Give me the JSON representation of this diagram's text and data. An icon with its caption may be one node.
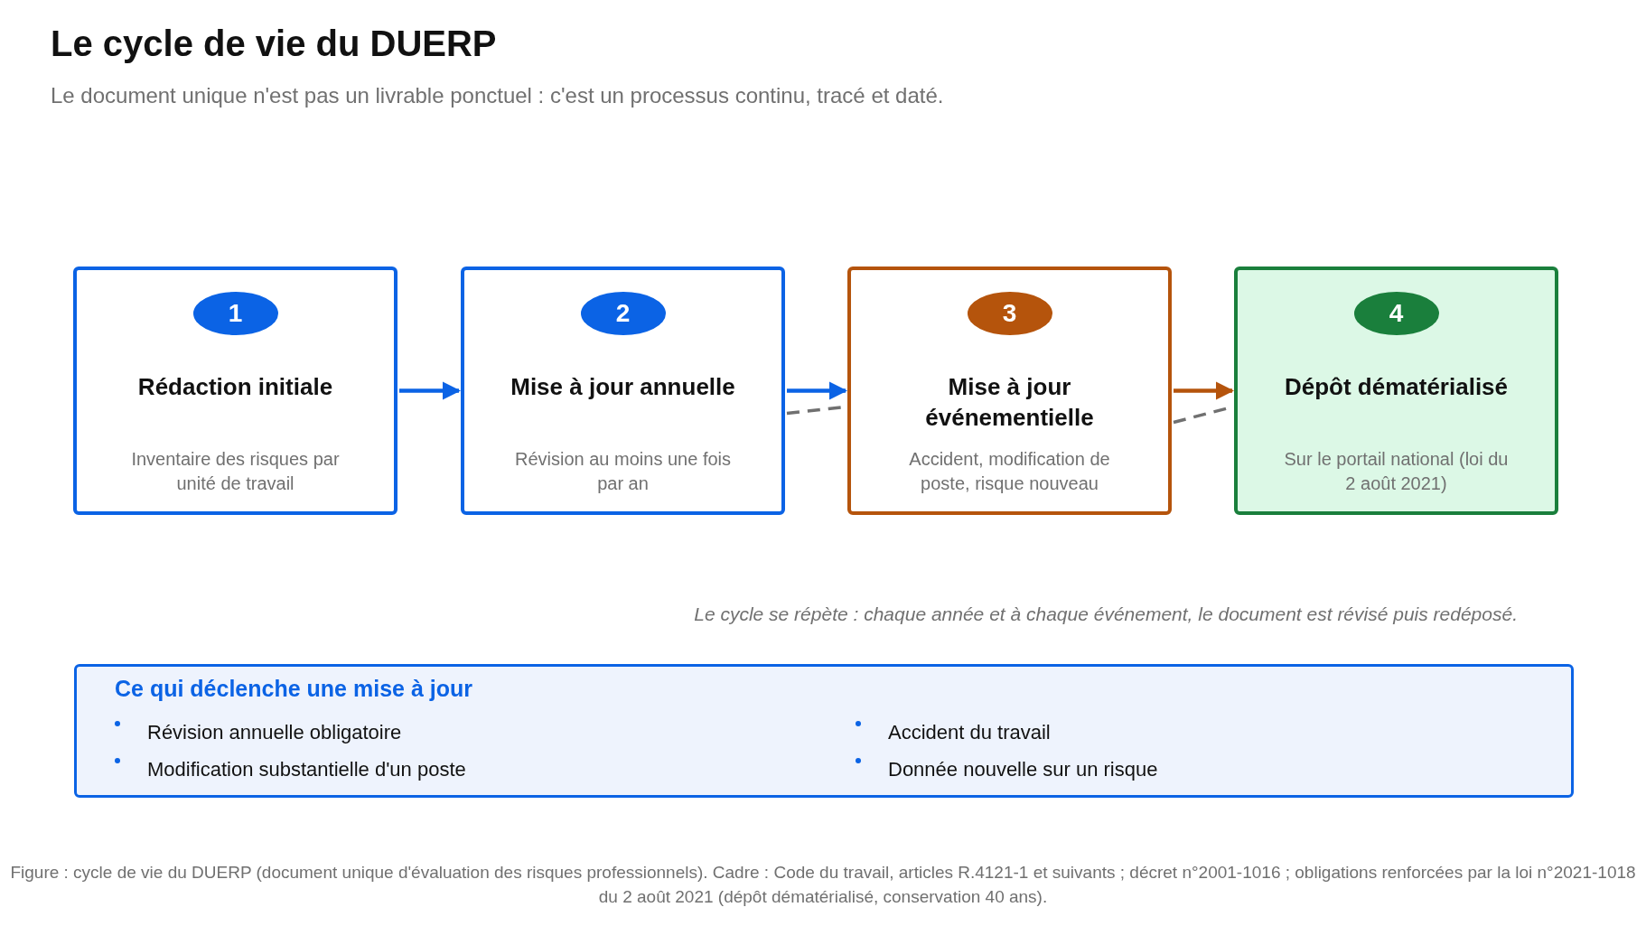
{
  "diagram": {
    "title": "Le cycle de vie du DUERP",
    "caption": "Figure : cycle de vie du DUERP (document unique d'évaluation des risques professionnels). Cadre : Code du travail, articles R.4121-1 et suivants ; décret n°2001-1016 ; obligations renforcées par la loi n°2021-1018 du 2 août 2021 (dépôt dématérialisé, conservation 40 ans).",
    "nodes": [
      {
        "text": [
          "Rédaction initiale",
          "Inventaire des risques par unité de travail"
        ]
      },
      {
        "text": [
          "1"
        ],
        "in": 0
      },
      {
        "text": [
          "Mise à jour annuelle",
          "Révision au moins une fois par an"
        ]
      },
      {
        "text": [
          "2"
        ],
        "in": 2
      },
      {
        "text": [
          "Mise à jour événementielle",
          "Accident, modification de poste, risque nouveau"
        ]
      },
      {
        "text": [
          "3"
        ],
        "in": 4
      },
      {
        "text": [
          "Dépôt dématérialisé",
          "Sur le portail national (loi du 2 août 2021)"
        ]
      },
      {
        "text": [
          "4"
        ],
        "in": 6
      },
      {
        "text": [
          "Ce qui déclenche une mise à jour",
          "Révision annuelle obligatoire",
          "Accident du travail",
          "Modification substantielle d'un poste",
          "Donnée nouvelle sur un risque"
        ]
      }
    ],
    "edges": [
      {
        "from": 0,
        "to": 2,
        "arrow": "to",
        "color": "#0b63e5"
      },
      {
        "from": 2,
        "to": 4,
        "arrow": "to",
        "color": "#0b63e5"
      },
      {
        "from": 4,
        "to": 6,
        "arrow": "to",
        "color": "#b5540c"
      },
      {
        "from": 2,
        "to": 4,
        "arrow": "none",
        "style": "dashed",
        "color": "#707070"
      },
      {
        "from": 4,
        "to": 6,
        "arrow": "none",
        "style": "dashed",
        "color": "#707070"
      }
    ],
    "labels": [
      "Le document unique n'est pas un livrable ponctuel : c'est un processus continu, tracé et daté.",
      "Le cycle se répète : chaque année et à chaque événement, le document est révisé puis redéposé."
    ]
  }
}
